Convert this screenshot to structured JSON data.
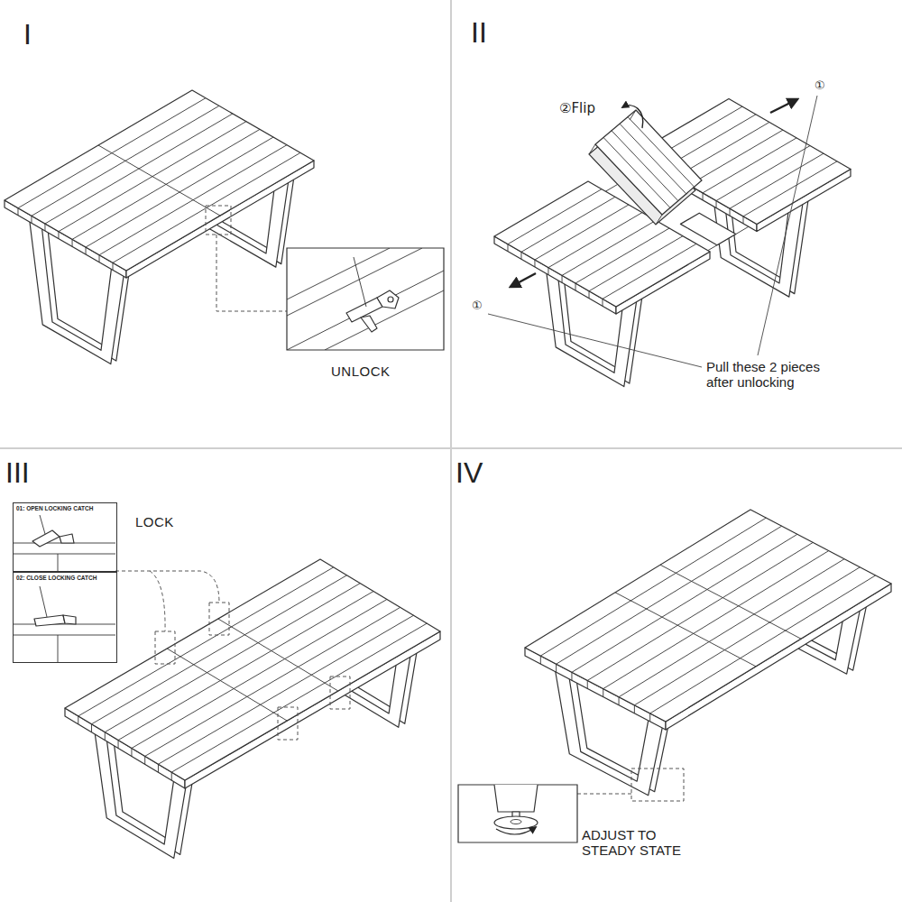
{
  "diagram": {
    "nodes": [
      {
        "text": [
          "01: OPEN LOCKING CATCH"
        ]
      },
      {
        "text": [
          "02: CLOSE LOCKING CATCH"
        ]
      }
    ],
    "labels": [
      "I",
      "UNLOCK",
      "II",
      "②Flip",
      "①",
      "①",
      "Pull these 2 pieces after unlocking",
      "III",
      "LOCK",
      "IV",
      "ADJUST TO STEADY STATE"
    ]
  }
}
